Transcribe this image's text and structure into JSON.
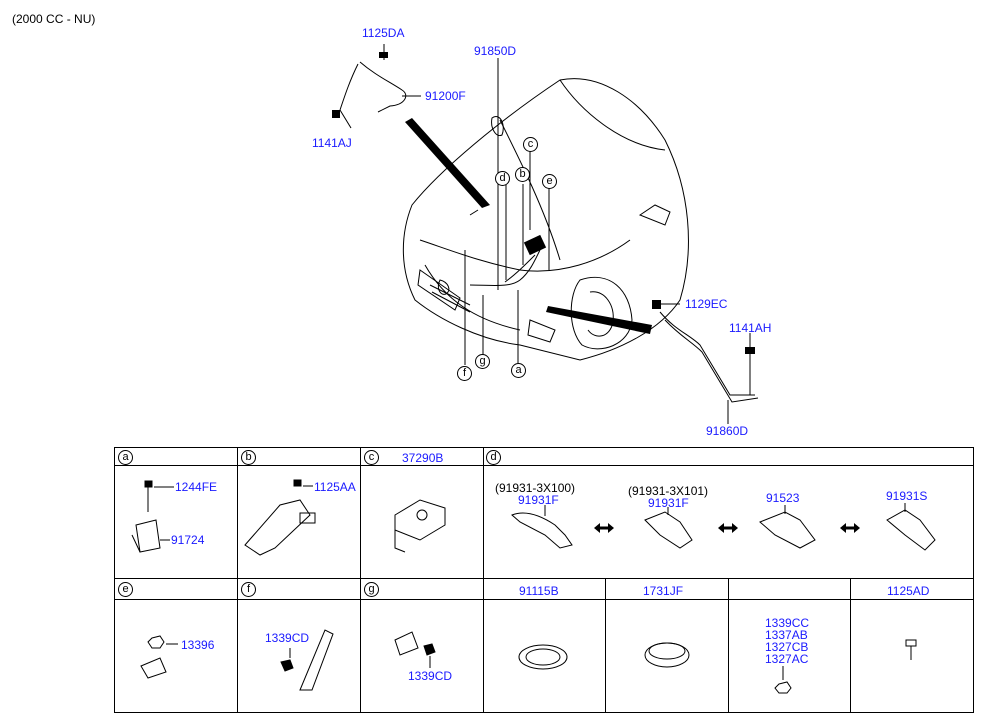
{
  "engine_note": "(2000 CC - NU)",
  "callouts": {
    "p1125DA": "1125DA",
    "p91850D": "91850D",
    "p91200F": "91200F",
    "p1141AJ": "1141AJ",
    "p1129EC": "1129EC",
    "p1141AH": "1141AH",
    "p91860D": "91860D"
  },
  "markers": {
    "a": "a",
    "b": "b",
    "c": "c",
    "d": "d",
    "e": "e",
    "f": "f",
    "g": "g"
  },
  "table": {
    "cells": [
      {
        "id": "a",
        "parts": [
          "1244FE",
          "91724"
        ]
      },
      {
        "id": "b",
        "parts": [
          "1125AA"
        ]
      },
      {
        "id": "c",
        "header_part": "37290B"
      },
      {
        "id": "d",
        "variants": [
          {
            "ref": "(91931-3X100)",
            "part": "91931F"
          },
          {
            "ref": "(91931-3X101)",
            "part": "91931F"
          },
          {
            "ref": "",
            "part": "91523"
          },
          {
            "ref": "",
            "part": "91931S"
          }
        ]
      },
      {
        "id": "e",
        "parts": [
          "13396"
        ]
      },
      {
        "id": "f",
        "parts": [
          "1339CD"
        ]
      },
      {
        "id": "g",
        "parts": [
          "1339CD"
        ]
      }
    ],
    "extra_headers": [
      "91115B",
      "1731JF",
      "",
      "1125AD"
    ],
    "stack_parts": [
      "1339CC",
      "1337AB",
      "1327CB",
      "1327AC"
    ]
  },
  "colors": {
    "label": "#1a1aff",
    "line": "#000000"
  }
}
